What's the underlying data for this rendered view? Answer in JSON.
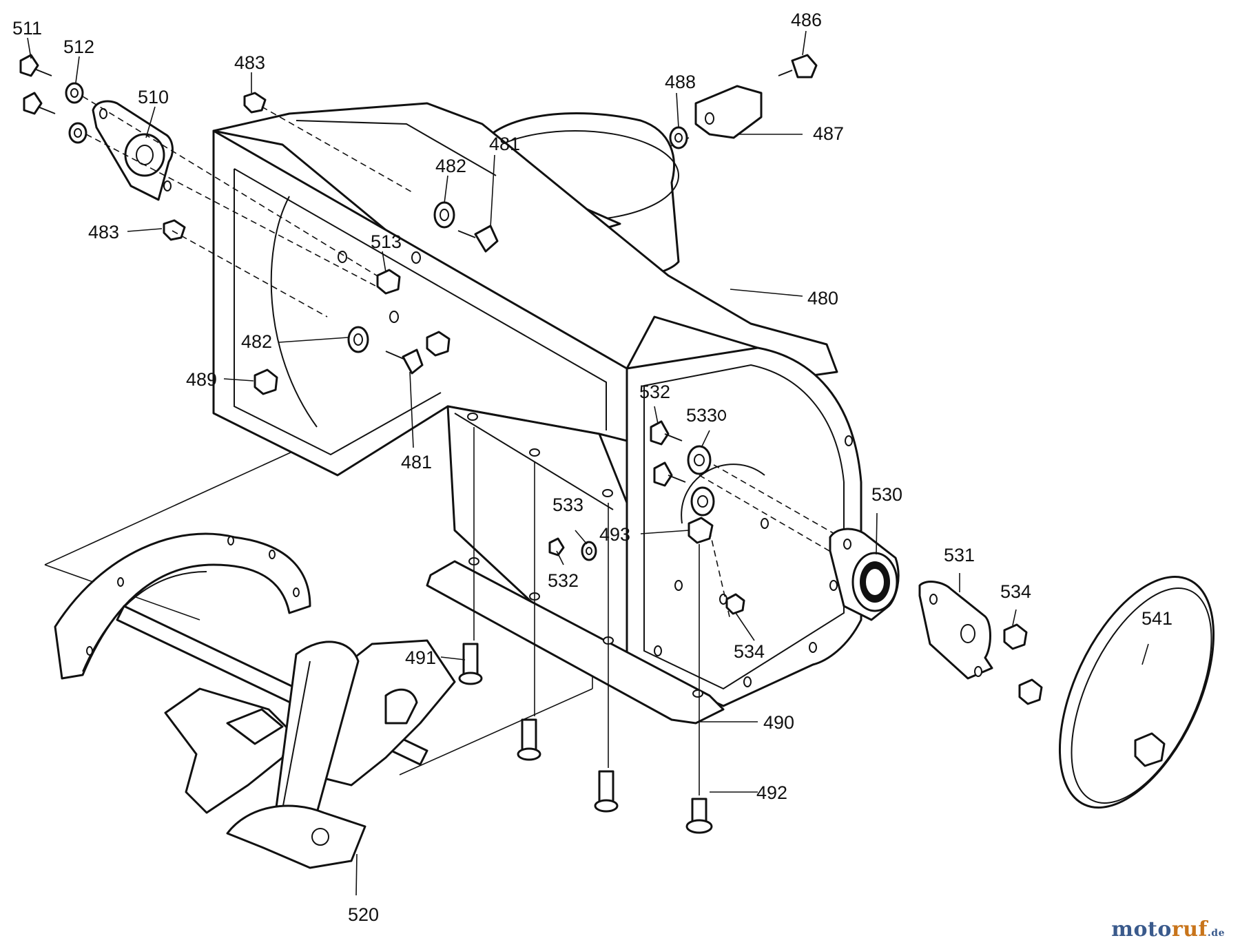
{
  "diagram": {
    "callouts": [
      "511",
      "512",
      "510",
      "483",
      "483",
      "486",
      "488",
      "487",
      "481",
      "482",
      "513",
      "480",
      "482",
      "489",
      "481",
      "532",
      "533",
      "533",
      "493",
      "532",
      "530",
      "531",
      "534",
      "534",
      "541",
      "491",
      "490",
      "492",
      "520"
    ]
  },
  "watermark": {
    "part1": "moto",
    "part2": "ruf",
    "part3": ".de"
  },
  "colors": {
    "line": "#111111",
    "background": "#ffffff",
    "watermark_blue": "#3a5a8c",
    "watermark_orange": "#c8741a"
  }
}
